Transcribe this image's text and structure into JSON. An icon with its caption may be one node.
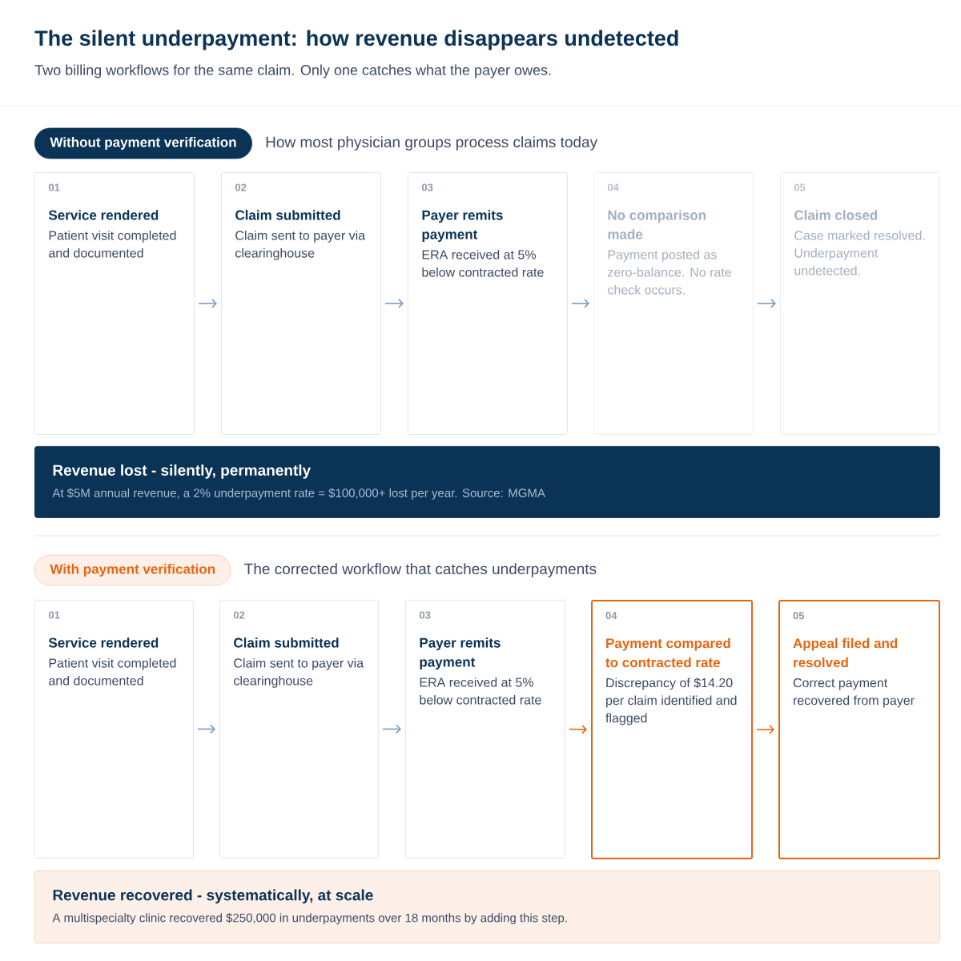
{
  "diagram": {
    "title": "The silent underpayment: how revenue disappears undetected",
    "nodes": [
      {
        "text": [
          "Without payment verification"
        ],
        "beside": [
          "How most physician groups process claims today"
        ]
      },
      {
        "text": [
          "01",
          "Service rendered",
          "Patient visit completed and documented"
        ]
      },
      {
        "text": [
          "02",
          "Claim submitted",
          "Claim sent to payer via clearinghouse"
        ]
      },
      {
        "text": [
          "03",
          "Payer remits payment",
          "ERA received at 5% below contracted rate"
        ]
      },
      {
        "text": [
          "04",
          "No comparison made",
          "Payment posted as zero-balance. No rate check occurs."
        ]
      },
      {
        "text": [
          "05",
          "Claim closed",
          "Case marked resolved. Underpayment undetected."
        ]
      },
      {
        "text": [
          "Revenue lost - silently, permanently",
          "At $5M annual revenue, a 2% underpayment rate = $100,000+ lost per year. Source: MGMA"
        ]
      },
      {
        "text": [
          "With payment verification"
        ],
        "beside": [
          "The corrected workflow that catches underpayments"
        ]
      },
      {
        "text": [
          "01",
          "Service rendered",
          "Patient visit completed and documented"
        ]
      },
      {
        "text": [
          "02",
          "Claim submitted",
          "Claim sent to payer via clearinghouse"
        ]
      },
      {
        "text": [
          "03",
          "Payer remits payment",
          "ERA received at 5% below contracted rate"
        ]
      },
      {
        "text": [
          "04",
          "Payment compared to contracted rate",
          "Discrepancy of $14.20 per claim identified and flagged"
        ]
      },
      {
        "text": [
          "05",
          "Appeal filed and resolved",
          "Correct payment recovered from payer"
        ]
      },
      {
        "text": [
          "Revenue recovered - systematically, at scale",
          "A multispecialty clinic recovered $250,000 in underpayments over 18 months by adding this step."
        ]
      }
    ],
    "edges": [
      {
        "from": 1,
        "to": 2,
        "arrow": "to"
      },
      {
        "from": 2,
        "to": 3,
        "arrow": "to"
      },
      {
        "from": 3,
        "to": 4,
        "arrow": "to"
      },
      {
        "from": 4,
        "to": 5,
        "arrow": "to"
      },
      {
        "from": 8,
        "to": 9,
        "arrow": "to"
      },
      {
        "from": 9,
        "to": 10,
        "arrow": "to"
      },
      {
        "from": 10,
        "to": 11,
        "arrow": "to",
        "color": "#e8650f"
      },
      {
        "from": 11,
        "to": 12,
        "arrow": "to",
        "color": "#e8650f"
      }
    ],
    "labels": [
      "Two billing workflows for the same claim. Only one catches what the payer owes."
    ]
  }
}
